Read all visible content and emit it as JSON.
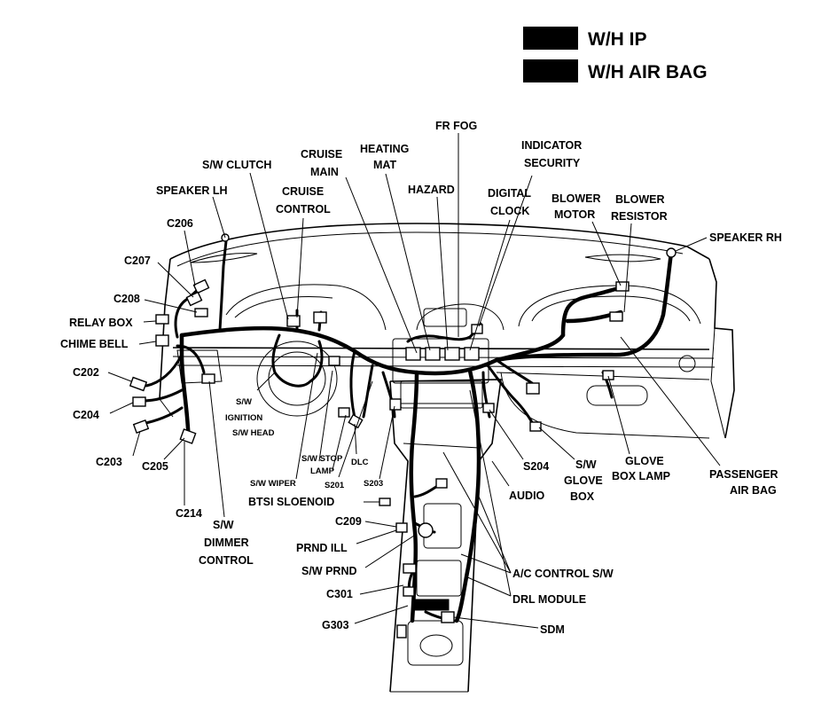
{
  "legend": {
    "items": [
      {
        "label": "W/H IP",
        "color": "#000000"
      },
      {
        "label": "W/H AIR BAG",
        "color": "#000000"
      }
    ]
  },
  "labels": {
    "fr_fog": "FR FOG",
    "indicator": "INDICATOR",
    "security": "SECURITY",
    "cruise": "CRUISE",
    "main": "MAIN",
    "heating": "HEATING",
    "mat": "MAT",
    "sw_clutch": "S/W CLUTCH",
    "hazard": "HAZARD",
    "digital": "DIGITAL",
    "clock": "CLOCK",
    "blower_1": "BLOWER",
    "motor": "MOTOR",
    "blower_2": "BLOWER",
    "resistor": "RESISTOR",
    "speaker_lh": "SPEAKER LH",
    "cruise_2": "CRUISE",
    "control": "CONTROL",
    "c206": "C206",
    "speaker_rh": "SPEAKER RH",
    "c207": "C207",
    "c208": "C208",
    "relay_box": "RELAY BOX",
    "chime_bell": "CHIME BELL",
    "c202": "C202",
    "c204": "C204",
    "c203": "C203",
    "c205": "C205",
    "sw_1": "S/W",
    "ignition": "IGNITION",
    "sw_head": "S/W HEAD",
    "sw_stop": "S/W STOP",
    "lamp": "LAMP",
    "dlc": "DLC",
    "s201": "S201",
    "s203": "S203",
    "sw_wiper": "S/W WIPER",
    "s204": "S204",
    "sw_2": "S/W",
    "glove": "GLOVE",
    "box": "BOX",
    "glove_2": "GLOVE",
    "box_lamp": "BOX LAMP",
    "passenger": "PASSENGER",
    "air_bag": "AIR BAG",
    "audio": "AUDIO",
    "btsi_solenoid": "BTSI SLOENOID",
    "c214": "C214",
    "sw_3": "S/W",
    "dimmer": "DIMMER",
    "control_2": "CONTROL",
    "c209": "C209",
    "prnd_ill": "PRND ILL",
    "sw_prnd": "S/W PRND",
    "ac_control": "A/C CONTROL S/W",
    "c301": "C301",
    "drl_module": "DRL MODULE",
    "g303": "G303",
    "sdm": "SDM"
  }
}
